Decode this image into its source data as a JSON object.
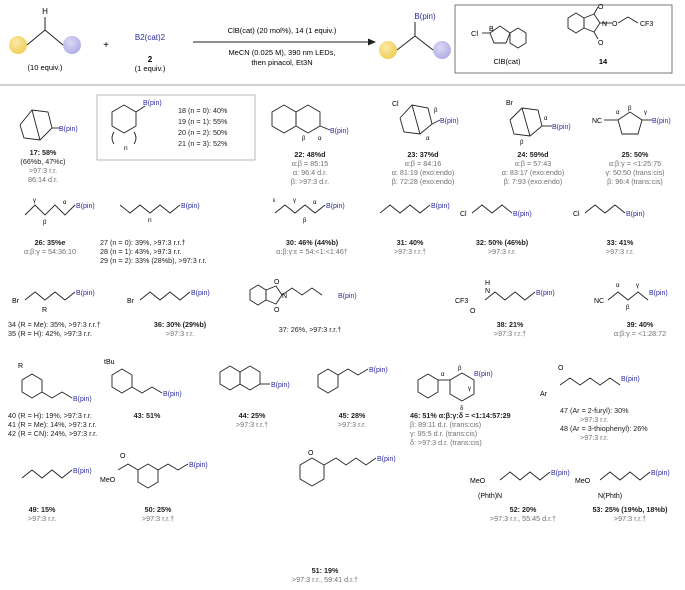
{
  "scheme": {
    "reagent1_label": "(10 equiv.)",
    "reagent2_formula": "B2(cat)2",
    "reagent2_number": "2",
    "reagent2_equiv": "(1 equiv.)",
    "plus": "+",
    "conditions_line1": "ClB(cat) (20 mol%), 14 (1 equiv.)",
    "conditions_line2": "MeCN (0.025 M), 390 nm LEDs,",
    "conditions_line3": "then pinacol, Et3N",
    "product_label": "B(pin)",
    "box_label1": "ClB(cat)",
    "box_label2": "14",
    "atom_cl": "Cl",
    "atom_b": "B",
    "atom_o": "O",
    "atom_n": "N",
    "atom_cf3": "CF3"
  },
  "labels": {
    "bpin": "B(pin)",
    "c17": [
      "17: 58%",
      "(66%b, 47%c)",
      ">97:3 r.r.",
      "86:14 d.r."
    ],
    "c18": "18 (n = 0): 40%",
    "c19": "19 (n = 1): 55%",
    "c20": "20 (n = 2): 50%",
    "c21": "21 (n = 3): 52%",
    "c22": [
      "22: 48%d",
      "α:β = 85:15",
      "α: 96:4 d.r.",
      "β: >97:3 d.r."
    ],
    "c23": [
      "23: 37%d",
      "α:β = 84:16",
      "α: 81:19 (exo:endo)",
      "β: 72:28 (exo:endo)"
    ],
    "c24": [
      "24: 59%d",
      "α:β = 57:43",
      "α: 83:17 (exo:endo)",
      "β: 7:93 (exo:endo)"
    ],
    "c25": [
      "25: 50%",
      "α:β:γ = <1:25:75",
      "γ: 50:50 (trans:cis)",
      "β: 96:4 (trans:cis)"
    ],
    "c26": [
      "26: 35%e",
      "α:β:γ = 54:36:10"
    ],
    "c27": "27 (n = 0): 39%, >97:3 r.r.†",
    "c28": "28 (n = 1): 43%, >97:3 r.r.",
    "c29": "29 (n = 2): 33% (28%b), >97:3 r.r.",
    "c30": [
      "30: 46% (44%b)",
      "α:β:γ:ε = 54:<1:<1:46†"
    ],
    "c31": [
      "31: 40%",
      ">97:3 r.r.†"
    ],
    "c32": [
      "32: 50% (46%b)",
      ">97:3 r.r."
    ],
    "c33": [
      "33: 41%",
      ">97:3 r.r."
    ],
    "c34": "34 (R = Me): 35%, >97:3 r.r.†",
    "c35": "35 (R = H): 42%, >97:3 r.r.",
    "c36": [
      "36: 30% (29%b)",
      ">97:3 r.r."
    ],
    "c37": "37: 26%, >97:3 r.r.†",
    "c38": [
      "38: 21%",
      ">97:3 r.r.†"
    ],
    "c39": [
      "39: 40%",
      "α:β:γ = <1:28:72"
    ],
    "c40": "40 (R = H): 19%, >97:3 r.r.",
    "c41": "41 (R = Me): 14%, >97:3 r.r.",
    "c42": "42 (R = CN): 24%, >97:3 r.r.",
    "c43": "43: 51%",
    "c44": [
      "44: 25%",
      ">97:3 r.r.†"
    ],
    "c45": [
      "45: 28%",
      ">97:3 r.r."
    ],
    "c46": [
      "46: 51% α:β:γ:δ = <1:14:57:29",
      "β: 89:11 d.r. (trans:cis)",
      "γ: 95:5 d.r. (trans:cis)",
      "δ: >97:3 d.r. (trans:cis)"
    ],
    "c47": [
      "47 (Ar = 2-furyl): 30%",
      ">97:3 r.r."
    ],
    "c48": [
      "48 (Ar = 3-thiophenyl): 26%",
      ">97:3 r.r."
    ],
    "c49": [
      "49: 15%",
      ">97:3 r.r."
    ],
    "c50": [
      "50: 25%",
      ">97:3 r.r.†"
    ],
    "c51": [
      "51: 19%",
      ">97:3 r.r., 59:41 d.r.†"
    ],
    "c52": [
      "52: 20%",
      ">97:3 r.r., 55:45 d.r.†"
    ],
    "c53": [
      "53: 25% (19%b, 18%b)",
      ">97:3 r.r.†"
    ]
  },
  "atoms": {
    "cl": "Cl",
    "br": "Br",
    "nc": "NC",
    "r": "R",
    "tbu": "tBu",
    "ar": "Ar",
    "o": "O",
    "n": "N",
    "h": "H",
    "cf3": "CF3",
    "meo": "MeO",
    "phthn": "(Phth)N",
    "nphth": "N(Phth)",
    "n_sub": "n",
    "alpha": "α",
    "beta": "β",
    "gamma": "γ",
    "delta": "δ",
    "eps": "ε"
  },
  "colors": {
    "reagent_yellow": "#f2cf5b",
    "reagent_purple": "#b3aee3",
    "bpin_blue": "#2a2aa0",
    "box_border": "#555555"
  }
}
